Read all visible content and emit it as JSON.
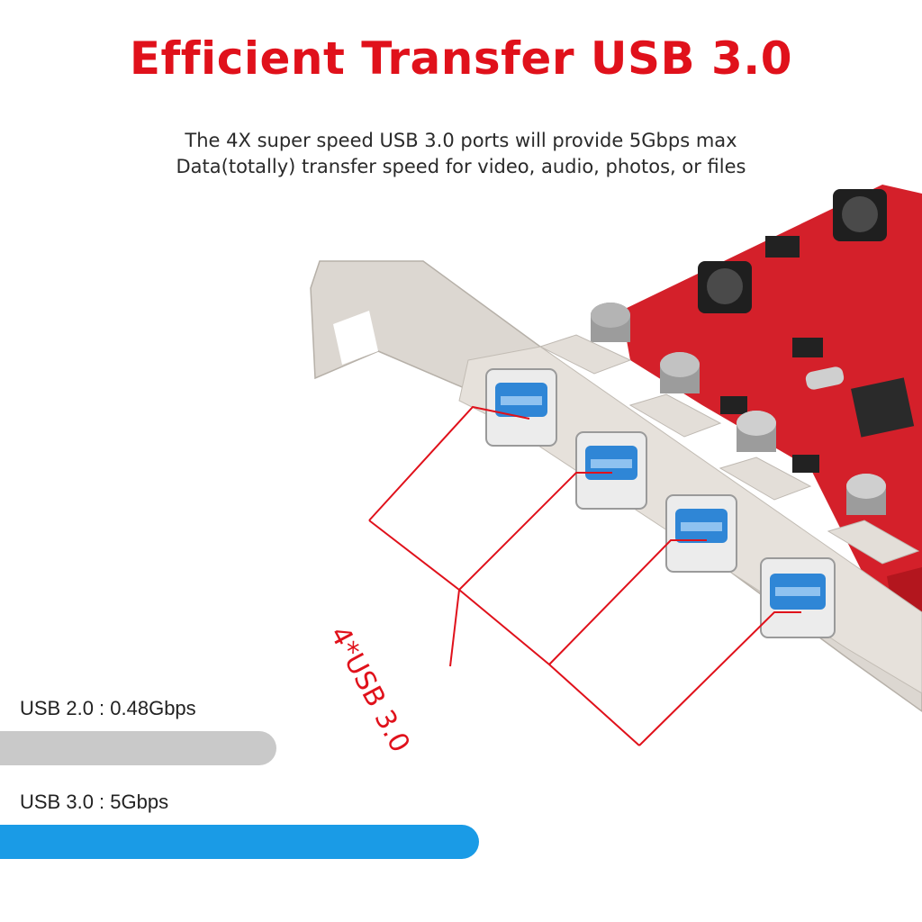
{
  "header": {
    "title": "Efficient Transfer USB 3.0",
    "subtitle_lines": [
      "The 4X super speed USB 3.0 ports will provide 5Gbps max",
      "Data(totally) transfer speed for video, audio, photos, or files"
    ]
  },
  "callout": {
    "label": "4*USB 3.0"
  },
  "speeds": [
    {
      "label": "USB 2.0 : 0.48Gbps",
      "fill_fraction": 0.3,
      "color": "#c9c9c9"
    },
    {
      "label": "USB 3.0 : 5Gbps",
      "fill_fraction": 0.52,
      "color": "#1a9be6"
    }
  ],
  "colors": {
    "accent": "#e0111b",
    "pcb": "#d4202a",
    "bracket": "#dcd7d1",
    "usb_blue": "#2f86d6"
  }
}
